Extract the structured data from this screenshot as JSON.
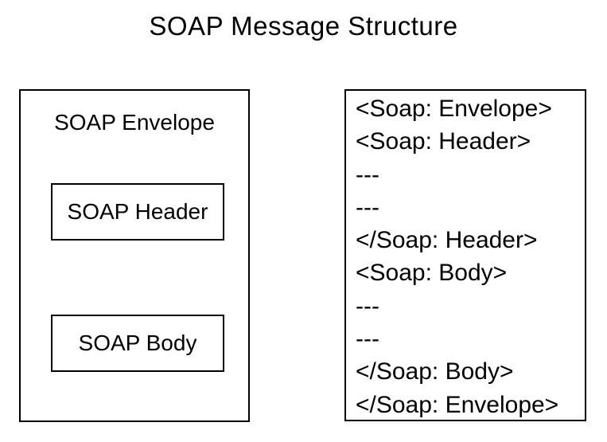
{
  "title": "SOAP Message Structure",
  "colors": {
    "foreground": "#000000",
    "background": "#ffffff"
  },
  "envelope_box": {
    "label": "SOAP Envelope",
    "header_label": "SOAP Header",
    "body_label": "SOAP Body"
  },
  "code_box": {
    "lines": [
      "<Soap: Envelope>",
      "<Soap: Header>",
      "---",
      "---",
      "</Soap: Header>",
      "<Soap: Body>",
      "---",
      "---",
      "</Soap: Body>",
      "</Soap: Envelope>"
    ]
  }
}
